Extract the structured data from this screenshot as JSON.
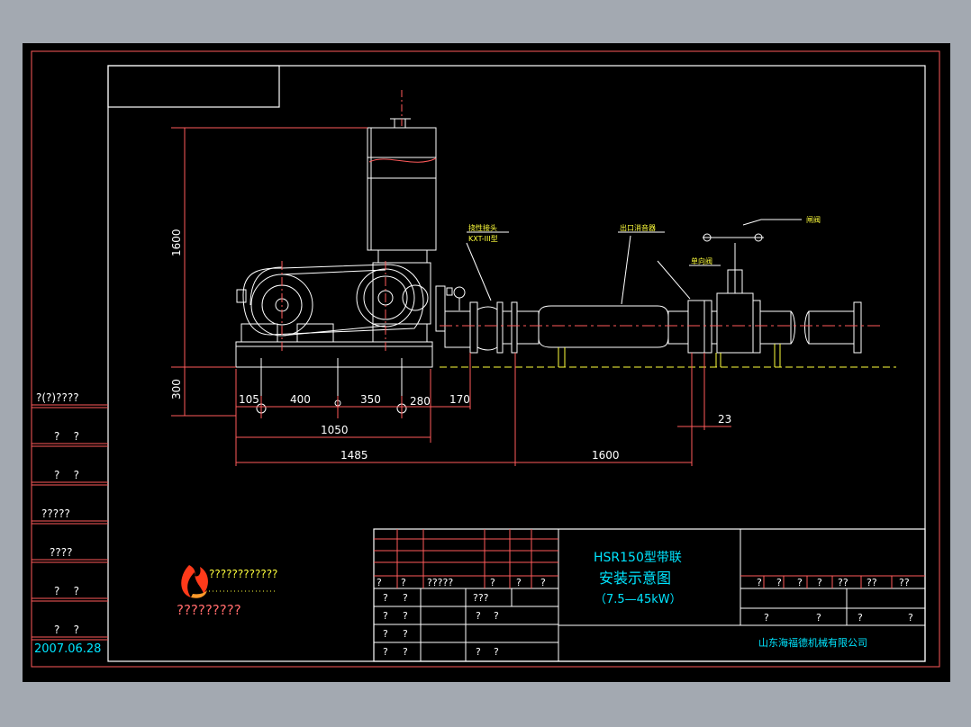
{
  "drawing": {
    "dimensions": {
      "height_motor": "1600",
      "height_base": "300",
      "d105": "105",
      "d400": "400",
      "d350": "350",
      "d280": "280",
      "d170": "170",
      "d1050": "1050",
      "d1485": "1485",
      "d1600": "1600",
      "d23": "23"
    },
    "labels": {
      "joint_name": "挠性接头",
      "joint_model": "KXT-III型",
      "outlet_silencer": "出口消音器",
      "check_valve": "单向阀",
      "gate_valve": "闸阀"
    }
  },
  "title_block": {
    "title_line1": "HSR150型带联",
    "title_line2": "安装示意图",
    "title_line3": "（7.5—45kW）",
    "company": "山东海福德机械有限公司",
    "sign_row": [
      "?",
      "?",
      "?????",
      "?",
      "?",
      "?"
    ],
    "right_row1": [
      "?",
      "?",
      "?",
      "?",
      "??",
      "??",
      "??"
    ],
    "right_row2": [
      "?",
      "?",
      "?",
      "?"
    ],
    "left_cells": [
      [
        "?",
        "?"
      ],
      [
        "???"
      ],
      [
        "?",
        "?"
      ],
      [
        "?",
        "?"
      ],
      [
        "?",
        "?"
      ],
      [
        "?",
        "?"
      ]
    ]
  },
  "side_strip": {
    "items": [
      "?(?)????",
      "?    ?",
      "?    ?",
      "?????",
      "????",
      "?    ?",
      "?    ?"
    ],
    "date": "2007.06.28"
  },
  "logo": {
    "line1": "????????????",
    "line2": "?????????"
  },
  "colors": {
    "sheet_bg": "#000000",
    "frame": "#ff6a6a",
    "geometry": "#ffffff",
    "text_cyan": "#00e5ff",
    "leader_yellow": "#ffff3c"
  }
}
